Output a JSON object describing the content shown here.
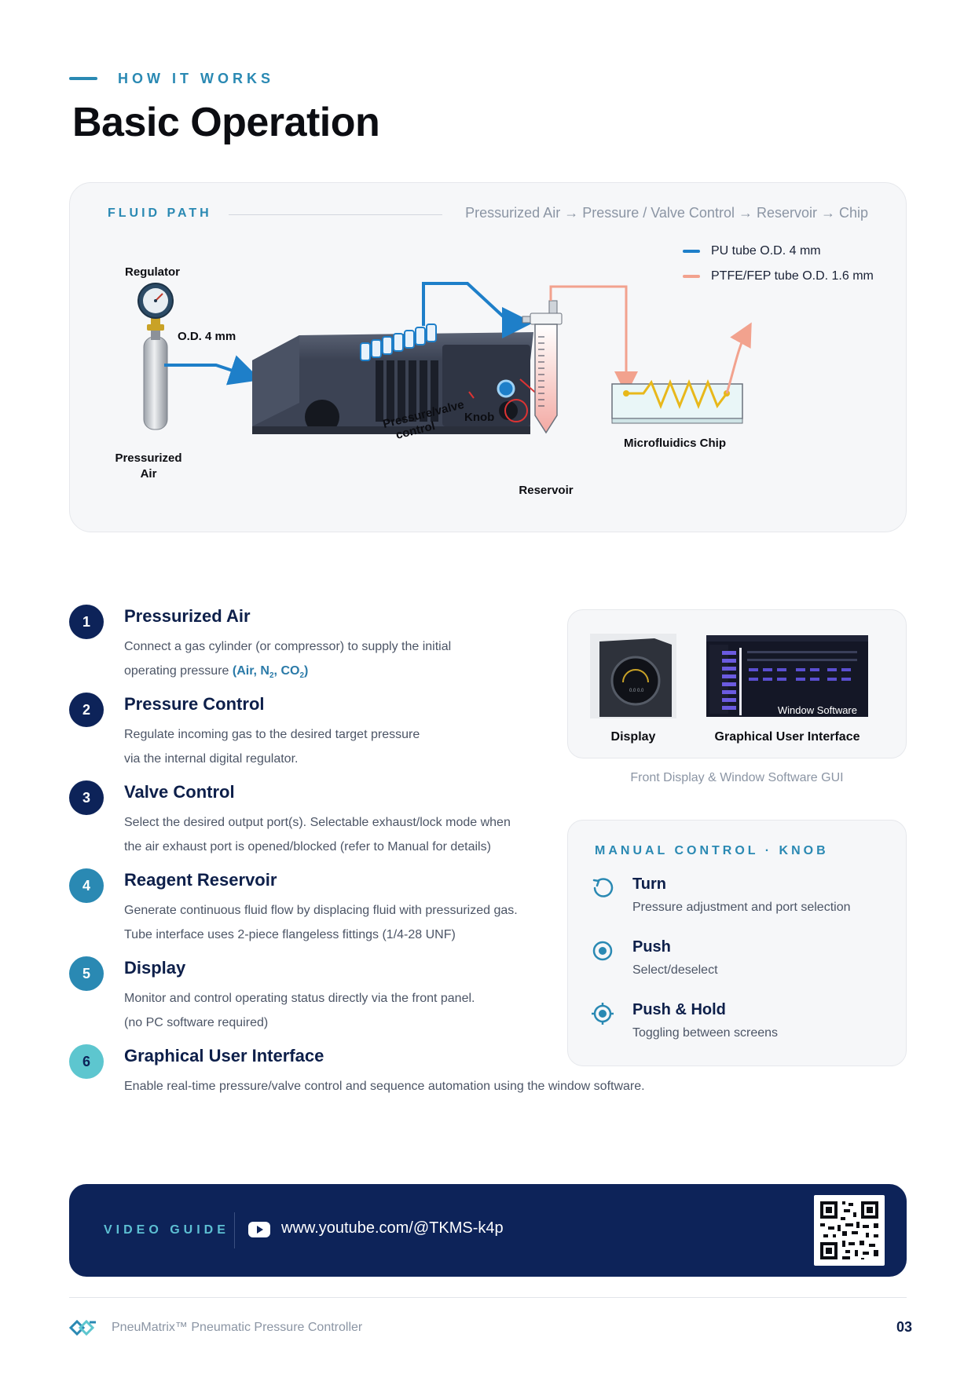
{
  "header": {
    "eyebrow": "HOW IT WORKS",
    "title": "Basic Operation"
  },
  "fluid_path": {
    "label": "FLUID PATH",
    "flow": "Pressurized Air → Pressure / Valve Control → Reservoir → Chip",
    "legend": [
      {
        "label": "PU tube O.D. 4 mm",
        "color": "#1e7fc9"
      },
      {
        "label": "PTFE/FEP tube O.D. 1.6 mm",
        "color": "#f2a28e"
      }
    ],
    "diagram": {
      "regulator": "Regulator",
      "od": "O.D. 4 mm",
      "pressurized_air_1": "Pressurized",
      "pressurized_air_2": "Air",
      "controller_1": "Pressure/valve",
      "controller_2": "control",
      "knob": "Knob",
      "reservoir": "Reservoir",
      "chip": "Microfluidics Chip"
    }
  },
  "steps": [
    {
      "num": "1",
      "title": "Pressurized Air",
      "desc1": "Connect a gas cylinder (or compressor) to supply the initial",
      "desc2_prefix": "operating pressure ",
      "gases": "(Air, N",
      "n_sub": "2",
      "gas_sep": ", CO",
      "co_sub": "2",
      "gas_close": ")",
      "color": "#0d2359"
    },
    {
      "num": "2",
      "title": "Pressure Control",
      "desc1": "Regulate incoming gas to the desired target pressure",
      "desc2": "via the internal digital regulator.",
      "color": "#0d2359"
    },
    {
      "num": "3",
      "title": "Valve Control",
      "desc1": "Select the desired output port(s). Selectable exhaust/lock mode when",
      "desc2": "the air exhaust port is opened/blocked (refer to Manual for details)",
      "color": "#0d2359"
    },
    {
      "num": "4",
      "title": "Reagent Reservoir",
      "desc1": "Generate continuous fluid flow by displacing fluid with pressurized gas.",
      "desc2": "Tube interface uses 2-piece flangeless fittings (1/4-28 UNF)",
      "color": "#2a89b3"
    },
    {
      "num": "5",
      "title": "Display",
      "desc1": "Monitor and control operating status directly via the front panel.",
      "desc2": "(no PC software required)",
      "color": "#2a89b3"
    },
    {
      "num": "6",
      "title": "Graphical User Interface",
      "desc1": "Enable real-time pressure/valve control and sequence automation using the window software.",
      "color": "#5dc6cf"
    }
  ],
  "display_card": {
    "display_label": "Display",
    "gui_label": "Graphical User Interface",
    "gui_overlay": "Window Software",
    "caption": "Front Display & Window Software GUI"
  },
  "manual_control": {
    "label": "MANUAL CONTROL · KNOB",
    "items": [
      {
        "title": "Turn",
        "desc": "Pressure adjustment and port selection",
        "icon": "rotate-icon"
      },
      {
        "title": "Push",
        "desc": "Select/deselect",
        "icon": "push-icon"
      },
      {
        "title": "Push & Hold",
        "desc": "Toggling between screens",
        "icon": "push-hold-icon"
      }
    ]
  },
  "video": {
    "label": "VIDEO GUIDE",
    "url": "www.youtube.com/@TKMS-k4p"
  },
  "footer": {
    "product": "PneuMatrix™ Pneumatic Pressure Controller",
    "page": "03"
  },
  "colors": {
    "accent": "#2a89b3",
    "navy": "#0d2359",
    "pu_tube": "#1e7fc9",
    "ptfe_tube": "#f2a28e"
  }
}
